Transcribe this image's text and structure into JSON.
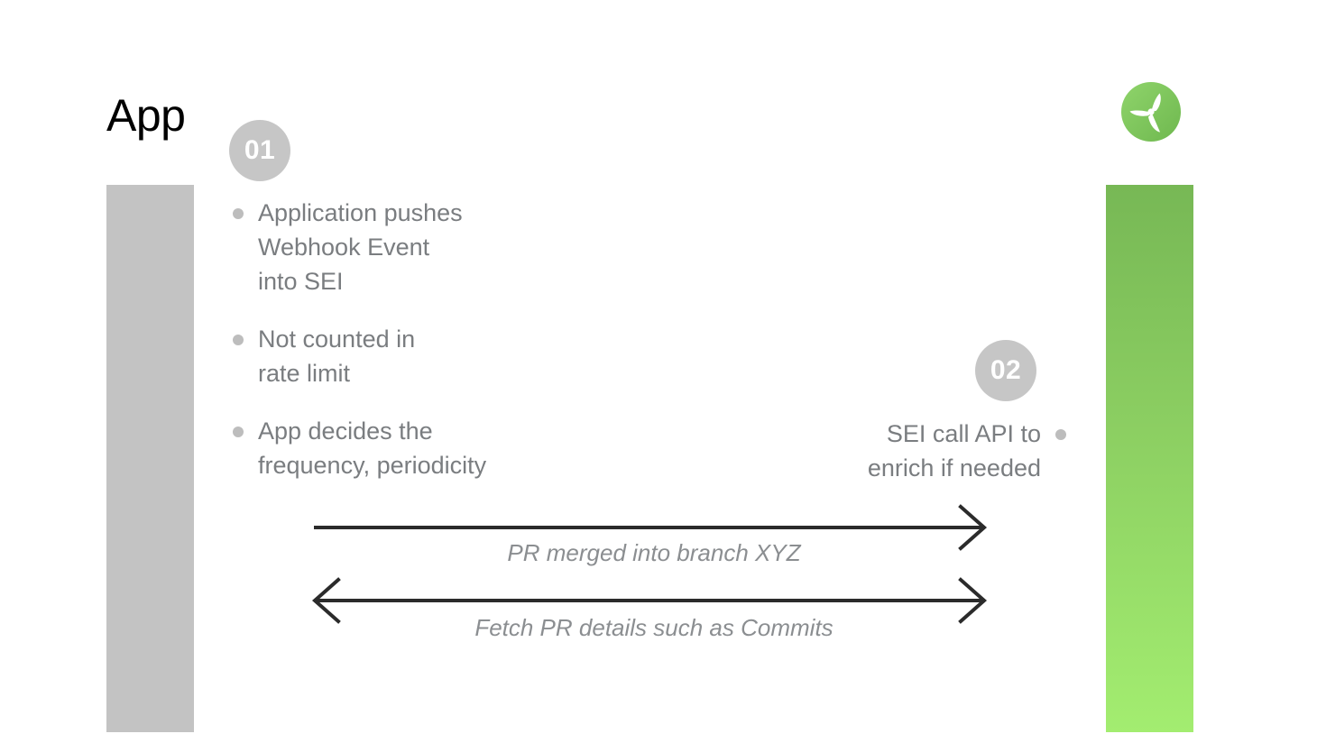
{
  "slide": {
    "title": "App",
    "logo_icon": "propeller-logo-icon",
    "lifelines": {
      "left": {
        "name": "app-lifeline",
        "color": "#c3c3c3"
      },
      "right": {
        "name": "sei-lifeline",
        "gradient_top": "#77b855",
        "gradient_bottom": "#a3ed70"
      }
    },
    "brand_color": "#8ccf62",
    "steps": [
      {
        "badge": "01",
        "side": "left",
        "bullets": [
          {
            "lines": [
              "Application pushes",
              "Webhook Event",
              "into SEI"
            ]
          },
          {
            "lines": [
              "Not counted in",
              "rate limit"
            ]
          },
          {
            "lines": [
              "App decides the",
              "frequency, periodicity"
            ]
          }
        ]
      },
      {
        "badge": "02",
        "side": "right",
        "bullets": [
          {
            "lines": [
              "SEI call API to",
              "enrich if needed"
            ]
          }
        ]
      }
    ],
    "arrows": [
      {
        "name": "arrow-pr-merged",
        "label": "PR merged into branch XYZ",
        "direction": "right"
      },
      {
        "name": "arrow-fetch-pr-details",
        "label": "Fetch PR details such as Commits",
        "direction": "both"
      }
    ]
  }
}
